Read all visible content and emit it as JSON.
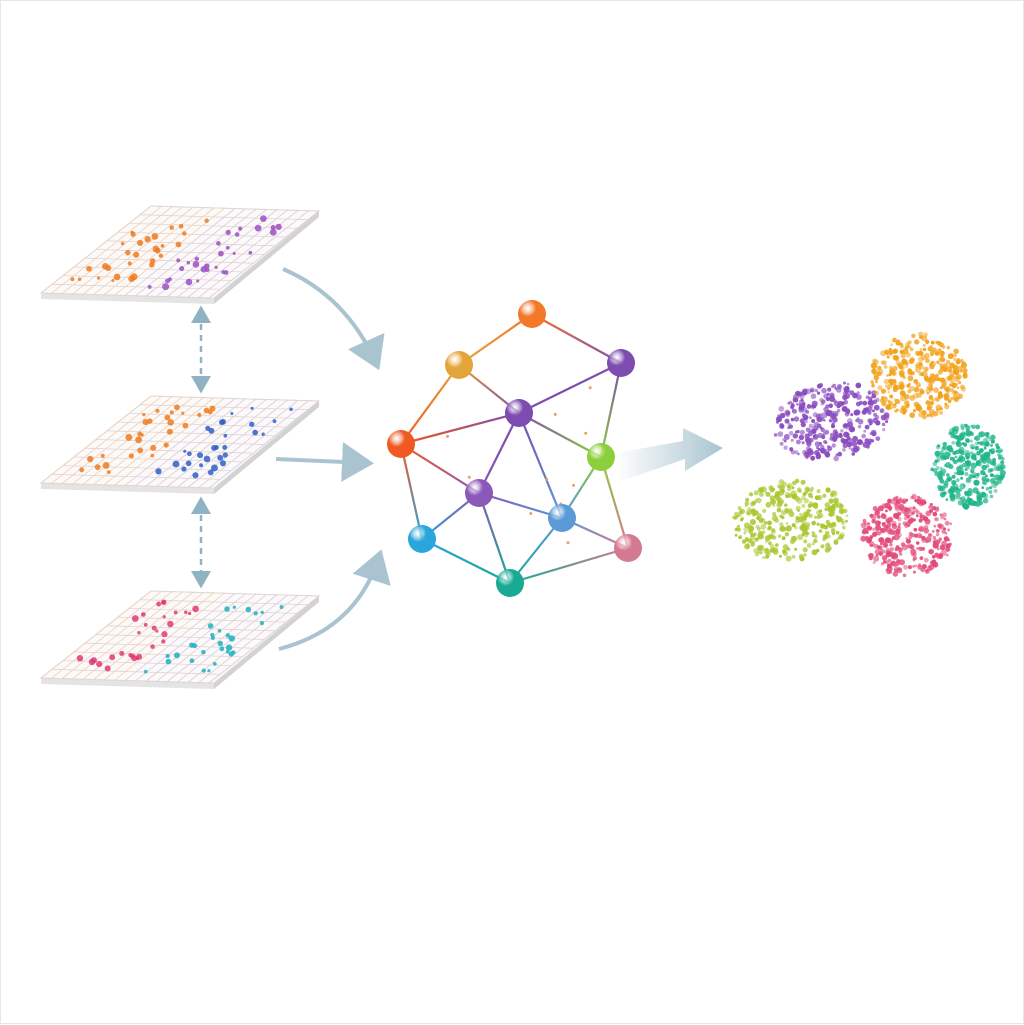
{
  "colors": {
    "arrow": "#a9c4d0",
    "grid_line": "#e8c6a8",
    "layer_edge": "#d9d9d9"
  },
  "layers": [
    {
      "name": "layer-top",
      "dot_colors": [
        "#f07a1e",
        "#9c4fc2"
      ]
    },
    {
      "name": "layer-middle",
      "dot_colors": [
        "#f07a1e",
        "#2f5fc8"
      ]
    },
    {
      "name": "layer-bottom",
      "dot_colors": [
        "#e03a78",
        "#1fb0c0"
      ]
    }
  ],
  "network": {
    "nodes": [
      {
        "id": "n1",
        "color": "#f2782a"
      },
      {
        "id": "n2",
        "color": "#e3a53a"
      },
      {
        "id": "n3",
        "color": "#7d4cb0"
      },
      {
        "id": "n4",
        "color": "#7d4cb0"
      },
      {
        "id": "n5",
        "color": "#f05a22"
      },
      {
        "id": "n6",
        "color": "#8ccf3c"
      },
      {
        "id": "n7",
        "color": "#8a58b8"
      },
      {
        "id": "n8",
        "color": "#5b9ad6"
      },
      {
        "id": "n9",
        "color": "#2aa6dc"
      },
      {
        "id": "n10",
        "color": "#d47a90"
      },
      {
        "id": "n11",
        "color": "#1aaa94"
      }
    ]
  },
  "clusters": [
    {
      "name": "purple",
      "color": "#8a4cbf"
    },
    {
      "name": "orange-yellow",
      "color": "#f2a21c"
    },
    {
      "name": "teal-green",
      "color": "#22b68a"
    },
    {
      "name": "yellow-green",
      "color": "#a8c832"
    },
    {
      "name": "pink-red",
      "color": "#e34a78"
    }
  ],
  "icons": [
    "curved-arrow-icon",
    "dashed-double-arrow-icon",
    "wide-arrow-icon"
  ]
}
